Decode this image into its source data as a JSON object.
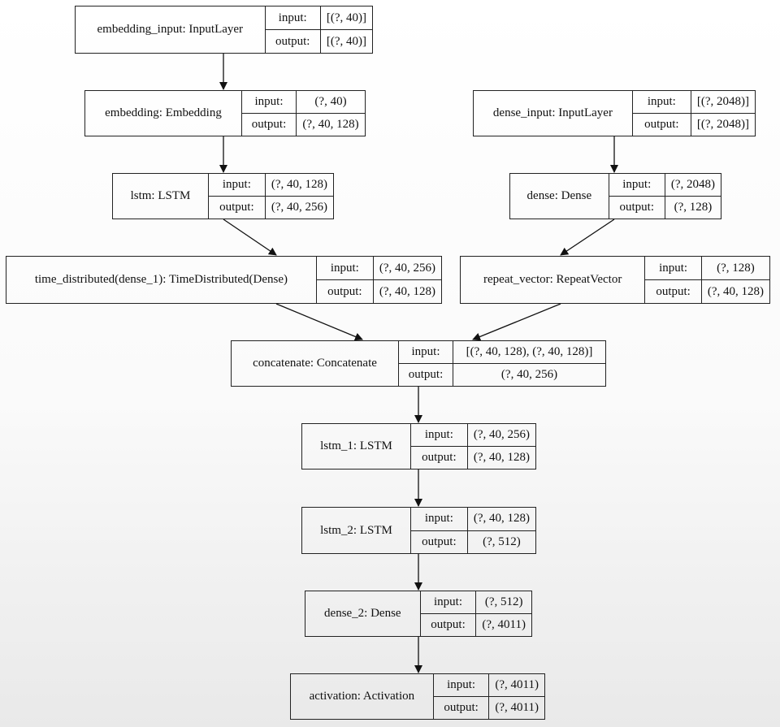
{
  "labels": {
    "input": "input:",
    "output": "output:"
  },
  "nodes": [
    {
      "id": "embedding_input",
      "name": "embedding_input: InputLayer",
      "input": "[(?, 40)]",
      "output": "[(?, 40)]"
    },
    {
      "id": "embedding",
      "name": "embedding: Embedding",
      "input": "(?, 40)",
      "output": "(?, 40, 128)"
    },
    {
      "id": "dense_input",
      "name": "dense_input: InputLayer",
      "input": "[(?, 2048)]",
      "output": "[(?, 2048)]"
    },
    {
      "id": "lstm",
      "name": "lstm: LSTM",
      "input": "(?, 40, 128)",
      "output": "(?, 40, 256)"
    },
    {
      "id": "dense",
      "name": "dense: Dense",
      "input": "(?, 2048)",
      "output": "(?, 128)"
    },
    {
      "id": "time_distributed",
      "name": "time_distributed(dense_1): TimeDistributed(Dense)",
      "input": "(?, 40, 256)",
      "output": "(?, 40, 128)"
    },
    {
      "id": "repeat_vector",
      "name": "repeat_vector: RepeatVector",
      "input": "(?, 128)",
      "output": "(?, 40, 128)"
    },
    {
      "id": "concatenate",
      "name": "concatenate: Concatenate",
      "input": "[(?, 40, 128), (?, 40, 128)]",
      "output": "(?, 40, 256)"
    },
    {
      "id": "lstm_1",
      "name": "lstm_1: LSTM",
      "input": "(?, 40, 256)",
      "output": "(?, 40, 128)"
    },
    {
      "id": "lstm_2",
      "name": "lstm_2: LSTM",
      "input": "(?, 40, 128)",
      "output": "(?, 512)"
    },
    {
      "id": "dense_2",
      "name": "dense_2: Dense",
      "input": "(?, 512)",
      "output": "(?, 4011)"
    },
    {
      "id": "activation",
      "name": "activation: Activation",
      "input": "(?, 4011)",
      "output": "(?, 4011)"
    }
  ],
  "edges": [
    [
      "embedding_input",
      "embedding"
    ],
    [
      "embedding",
      "lstm"
    ],
    [
      "lstm",
      "time_distributed"
    ],
    [
      "dense_input",
      "dense"
    ],
    [
      "dense",
      "repeat_vector"
    ],
    [
      "time_distributed",
      "concatenate"
    ],
    [
      "repeat_vector",
      "concatenate"
    ],
    [
      "concatenate",
      "lstm_1"
    ],
    [
      "lstm_1",
      "lstm_2"
    ],
    [
      "lstm_2",
      "dense_2"
    ],
    [
      "dense_2",
      "activation"
    ]
  ]
}
